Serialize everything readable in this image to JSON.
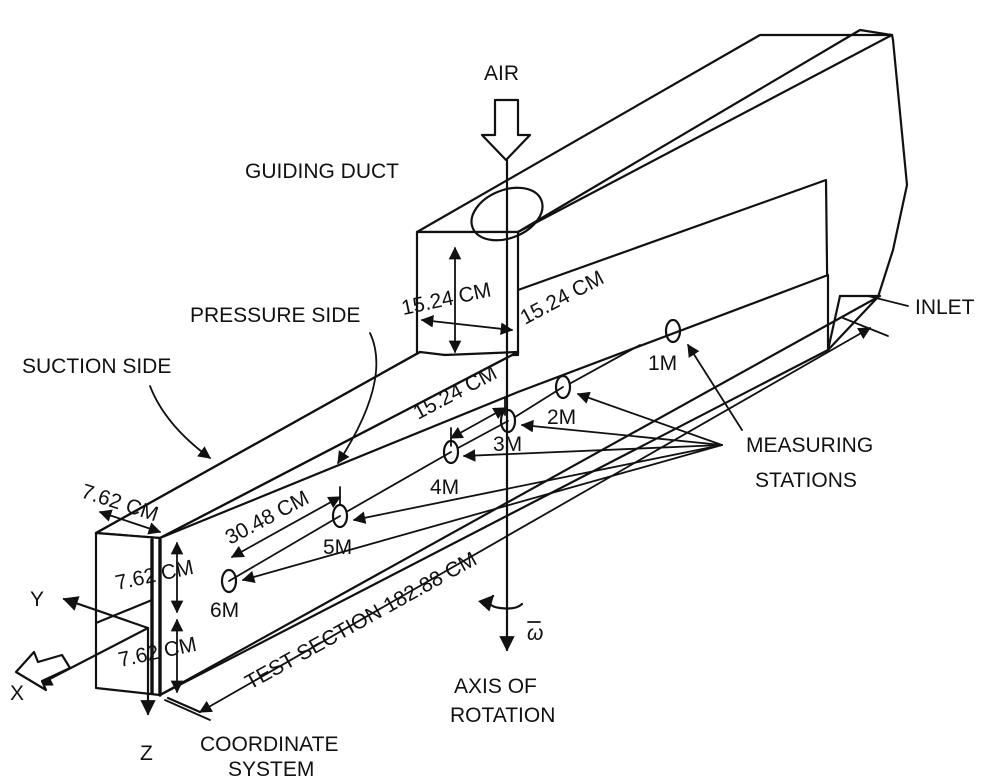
{
  "labels": {
    "air": "AIR",
    "guiding_duct": "GUIDING DUCT",
    "pressure_side": "PRESSURE SIDE",
    "suction_side": "SUCTION SIDE",
    "inlet": "INLET",
    "measuring_stations_l1": "MEASURING",
    "measuring_stations_l2": "STATIONS",
    "axis_of_rotation_l1": "AXIS OF",
    "axis_of_rotation_l2": "ROTATION",
    "coordinate_system_l1": "COORDINATE",
    "coordinate_system_l2": "SYSTEM",
    "omega": "ω",
    "axis_x": "X",
    "axis_y": "Y",
    "axis_z": "Z"
  },
  "dimensions": {
    "duct_height": "15.24 CM",
    "duct_width": "15.24 CM",
    "station_gap_3m": "15.24 CM",
    "station_gap_5m": "30.48 CM",
    "channel_width": "7.62 CM",
    "channel_height_upper": "7.62 CM",
    "channel_height_lower": "7.62 CM",
    "test_section": "TEST SECTION 182.88 CM"
  },
  "stations": [
    "1M",
    "2M",
    "3M",
    "4M",
    "5M",
    "6M"
  ]
}
